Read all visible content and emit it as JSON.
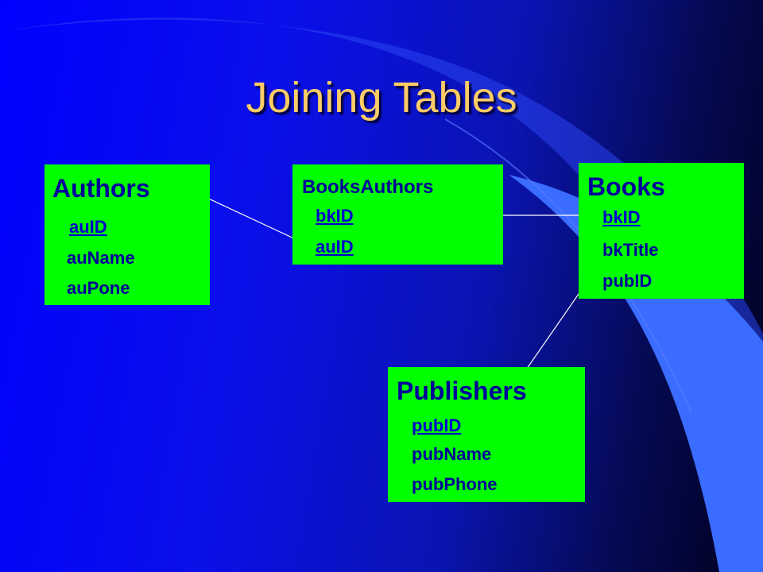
{
  "slide": {
    "title": "Joining Tables"
  },
  "tables": {
    "authors": {
      "name": "Authors",
      "fields": [
        "auID",
        "auName",
        "auPone"
      ]
    },
    "books_authors": {
      "name": "BooksAuthors",
      "fields": [
        "bkID",
        "auID"
      ]
    },
    "books": {
      "name": "Books",
      "fields": [
        "bkID",
        "bkTitle",
        "pubID"
      ]
    },
    "publishers": {
      "name": "Publishers",
      "fields": [
        "pubID",
        "pubName",
        "pubPhone"
      ]
    }
  },
  "relationships": [
    {
      "from": "Authors.auID",
      "to": "BooksAuthors.auID"
    },
    {
      "from": "BooksAuthors.bkID",
      "to": "Books.bkID"
    },
    {
      "from": "Books.pubID",
      "to": "Publishers.pubID"
    }
  ],
  "colors": {
    "background": "#0000ff",
    "table_fill": "#00ff00",
    "title_text": "#ffcc66",
    "field_text": "#000099",
    "swoosh": "#3366ff"
  }
}
